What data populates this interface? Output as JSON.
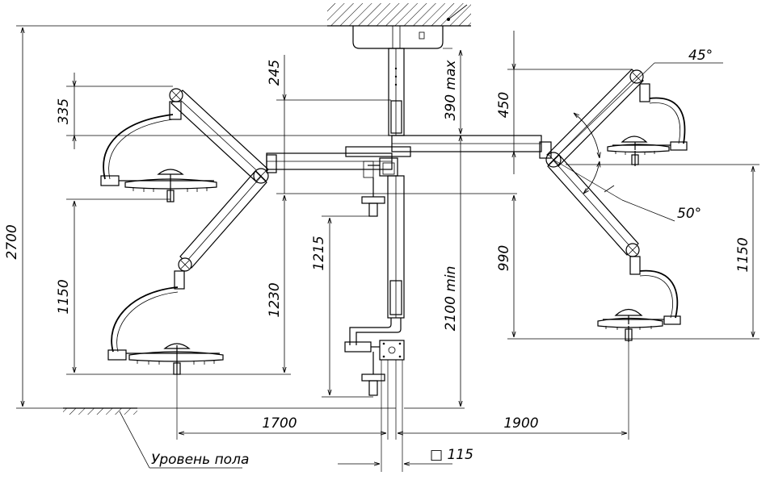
{
  "dimensions": {
    "total_height": "2700",
    "top_offset": "335",
    "left_drop": "1150",
    "center_lower": "1230",
    "center_drop": "1215",
    "ceiling_245": "245",
    "max_390": "390 max",
    "min_2100": "2100 min",
    "right_450": "450",
    "right_990": "990",
    "right_1150": "1150",
    "left_span": "1700",
    "right_span": "1900",
    "square": "□ 115"
  },
  "angles": {
    "a45": "45°",
    "a50": "50°"
  },
  "floor_label": "Уровень пола"
}
